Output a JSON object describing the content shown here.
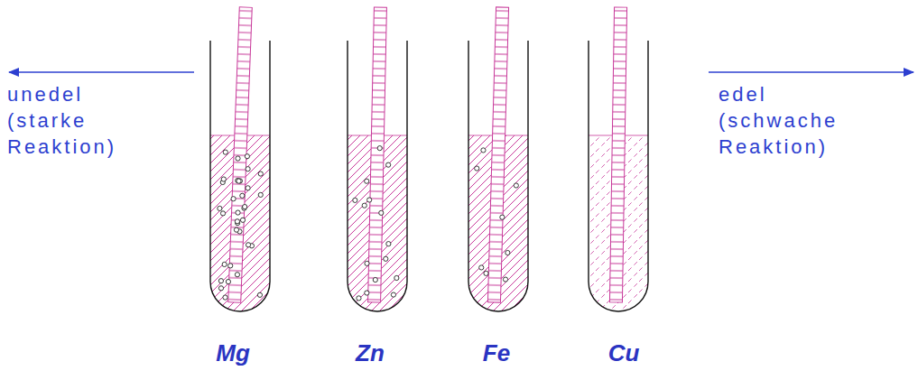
{
  "diagram": {
    "labels": [
      "unedel (starke Reaktion)",
      "edel (schwache Reaktion)",
      "Mg",
      "Zn",
      "Fe",
      "Cu"
    ]
  }
}
